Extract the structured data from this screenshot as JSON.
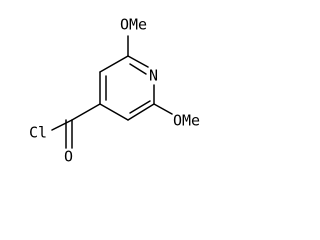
{
  "structure": {
    "atoms": {
      "methoxy_top": "OMe",
      "ring_nitrogen": "N",
      "methoxy_bottom": "OMe",
      "chlorine": "Cl",
      "carbonyl_oxygen": "O"
    }
  }
}
